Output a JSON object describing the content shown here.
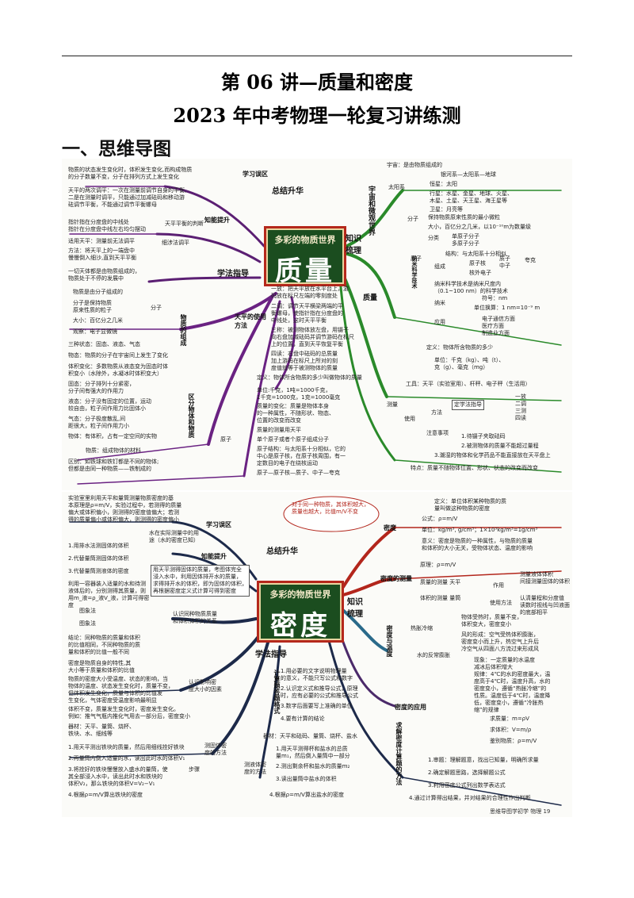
{
  "document": {
    "title_line1": "第 06 讲—质量和密度",
    "title_line2": "2023 年中考物理一轮复习讲练测",
    "section_heading": "一、思维导图"
  },
  "map_mass": {
    "hub_subtitle": "多彩的物质世界",
    "hub_title": "质量",
    "branch_labels": {
      "summary": "总结升华",
      "study_zone": "学习误区",
      "ability": "知能提升",
      "method": "学法指导",
      "knowledge": "知识梳理",
      "universe": "宇宙和微观世界",
      "mass": "质量",
      "molecule_branch": "物质的组成",
      "distinguish": "区分物体和物质",
      "balance_use": "天平的使用方法",
      "nano": "纳米科学技术"
    },
    "nodes": {
      "misc1": "物质的状态发生变化时，体积发生变化,而构成物质\n的分子数量不变，分子在排列方式上发生变化",
      "misc2": "天平的两次调平：一次在测量前调节自身的平衡,\n二是在测量时调平，只能通过加减砝码和移动游\n砝调节平衡，不能通过调节平衡螺母",
      "judge": "天平平衡的判断",
      "pointer": "指针指在分度盘的中线处\n指针在分度盘中线左右均匀摆动",
      "fine_tune": "细涉法调平",
      "fine_a": "适用天平：测量前无法调平",
      "fine_b": "方法：将天平上的一端盘中\n慢慢倒入细沙,直到天平平衡",
      "comp1": "一切天体都是由物质组成的，\n物质处于不停的发展中",
      "comp2": "物质是由分子组成的",
      "comp3": "分子是保持物质\n原来性质的粒子",
      "size": "大小：百亿分之几米",
      "observe": "观察：电子显微镜",
      "states": "三种状态：固态、液态、气态",
      "phase": "物态：物质的分子在宇宙间上发生了变化",
      "vol": "体积变化：多数物质从液态变为固态时体\n积变小（水除外，水凝冰时体积变大）",
      "solid": "固态：分子排列十分紧密，\n分子间有强大的作用力",
      "liquid": "液态：分子没有固定的位置，运动\n较自由，粒子间作用力比固体小",
      "gas": "气态：分子极度散乱,间\n距很大，粒子间作用力小",
      "object": "物体：有体积，占有一定空间的实物",
      "matter": "物质：组成物体的材料",
      "diff": "区别：如铁球和铁钉都是不同的物体;\n但都是由同一种物质——铁制成的",
      "balance1": "一放：把天平放在水平台上，游\n码放在标尺左端的零刻度处",
      "balance2": "二调：调节天平横梁两端的平\n衡螺母，使指针指在分度盘的\n中线处，这时天平平衡",
      "balance3": "三称：被测物体放左盘，用镊子\n向右盘加减砝码并调节游码在标尺\n上的位置，直到天平恢复平衡",
      "balance4": "四读：右盘中砝码的总质量\n加上游码在标尺上所对的刻\n度值就等于被测物体的质量",
      "def_mass": "定义：物体所含物质的多少",
      "unit_mass": "单位：千克（kg）、吨（t）、\n克（g）、毫克（mg）",
      "mass_def2": "定义：物体所含物质的多少叫做物体的质量",
      "unit2": "单位:千克，1吨=1000千克，\n1千克=1000克，1克=1000毫克",
      "prop": "质量的变化：质量是物体本身\n的一种属性，不随形状、物态、\n位置的改变而改变",
      "tool_common": "质量的测量用天平",
      "atom": "原子",
      "atom1": "单个原子或者个原子组成分子",
      "atom2": "原子结构：与太阳系十分相似，它的\n中心是原子核，在原子核周围，有一\n定数目的电子在绕核运动",
      "atom3": "原子—原子核—质子、中子—夸克",
      "universe": "宇宙：是由物质组成的",
      "galaxy": "银河系—太阳系—地球",
      "solar": "太阳系",
      "star": "恒星：太阳",
      "planets": "行星：水星、金星、地球、火星、\n木星、土星、天王星、海王星等",
      "sat": "卫星：月亮等",
      "molecule": "分子",
      "mol1": "保持物质原来性质的最小微粒",
      "mol2": "大小，百亿分之几米，以10⁻¹⁰m为数量级",
      "classify": "分类",
      "single": "单原子分子\n多原子分子",
      "atom_r": "原子",
      "struct": "结构：与太阳系十分相似",
      "compose": "组成",
      "nucleus": "原子核",
      "proton": "质子\n中子",
      "electron": "核外电子",
      "quark": "夸克",
      "nano1": "纳米科学技术是纳米尺度内\n（0.1~100 nm）的科学技术",
      "nano2": "纳米",
      "nano3": "符号：nm",
      "nano4": "单位换算：1 nm=10⁻⁹ m",
      "apply": "应用",
      "apply1": "电子通信方面\n医疗方面\n制造业方面",
      "measure": "测量",
      "tools": "工具：天平（实验室用）、杆秤、电子秤（生活用）",
      "use": "使用",
      "method_r": "方法",
      "method1": "定学法指导",
      "steps": "一放\n二调\n三测\n四读",
      "notice": "注意事项",
      "notice1": "1.待镊子夹取砝码",
      "notice2": "2.被测物体的质量不能超过量程",
      "notice3": "3.潮湿的物体和化学药品不能直接放在天平盘上",
      "feature": "特点：质量不随物体位置、形状、状态的改变而改变"
    }
  },
  "map_density": {
    "hub_subtitle": "多彩的物质世界",
    "hub_title": "密度",
    "branch_labels": {
      "summary": "总结升华",
      "study_zone": "学习误区",
      "ability": "知能提升",
      "method": "学法指导",
      "knowledge": "知识梳理",
      "density": "密度",
      "measure": "密度的测量",
      "temp": "密度与温度",
      "app": "密度的应用",
      "calc": "计算题答题格式",
      "calc2": "求解密度计算题的方法"
    },
    "nodes": {
      "zone1": "实验室里利用天平和量筒测量物质密度的基\n本原理是ρ=m/V，实验过程中，若测得的质量\n偏大或体积偏小，则测得的密度值偏大；若测\n得的质量偏小或体积偏大，则测得的密度偏小",
      "callout": "对于同一种物质，其体积越大，\n质量也越大，比值m/V不变",
      "water_vol": "水在实际测量中的用\n途（水的密度已知）",
      "ab1": "1.用排水法测固体的体积",
      "ab2": "2.代替量筒测固体的体积",
      "ab3": "3.代替量筒测液体的密度",
      "ab_box": "用天平测得固体的质量，考图体完全\n浸入水中，利用因体排开水的质量，\n求得排开水的体积，即为固体的体积，\n再根据密度定义式计算可得到密度",
      "ab_sub": "利用一容器装入适量的水和待测\n液体后的，分别测得其质量，则\n用m_液=ρ_液V_液，计算可得密\n度",
      "img_a": "图象法",
      "img_b": "图象法",
      "relation": "认识同种物质质量\n和体积体积的关系",
      "concl": "结论：同种物质的质量和体积\n的比值相同，不同种物质的质\n量和体积的比值一般不同",
      "ch1": "密度是物质自身的特性,其\n大小等于质量和体积的比值",
      "ch2": "物质的密度大小受温度、状态的影响，当\n物体的温度、状态发生变化时，质量不变，\n但体积发生变化，质量与体积的比值发\n生变化，气体密度受温度影响最明显",
      "factor": "认识影响密\n度大小的因素",
      "ch3": "体积不变，质量发生变化时，密度发生变化。\n例如：推气气瓶内推化气用去一部分后，密度变小",
      "tools_d": "器材：天平、量筒、烧杯、\n铁块、水、细线等",
      "solid_m": "测固体密\n度的方法",
      "step": "步骤",
      "s1": "1.用天平测出铁块的质量，然后用细线拴好铁块",
      "s2": "2.再量筒内倒入适量的水，读出此时水的体积V₁",
      "s3": "3.将拴好的铁块慢慢放入盛水的量筒，使\n其全部浸入水中，读出此时水和铁块的\n体积V₂，那么铁块的体积V=V₂−V₁",
      "s4": "4.根据ρ=m/V算出铁块的密度",
      "liq_m": "测液体密\n度的方法",
      "liq_tools": "器材：天平和砝码、量筒、烧杯、盐水",
      "l1": "1.用天平测得杯和盐水的总质\n量m₁，然后倒入量筒中一部分",
      "l2": "2.测出剩余杯和盐水的质量m₂",
      "l3": "3.读出量筒中盐水的体积",
      "l4": "4.根据ρ=m/V算出盐水的密度",
      "f1": "1.用必要的文字说明物理量\n的意义，不能只写公式和数字",
      "f2": "2.认识定义式和推导公式，原理\n时，应有必要的公式和推导公式",
      "f3": "3.数字后面要写上准确的单位",
      "f4": "4.要有计算的结论",
      "def": "定义：单位体积某种物质的质\n量叫做这种物质的密度",
      "formula": "公式：ρ=m/V",
      "unit": "单位：kg/m³, g/cm³；1×10³kg/m³=1g/cm³",
      "meaning": "意义：密度是物质的一种属性，与物质的质量\n和体积的大小无关，受物体状态、温度的影响",
      "principle": "原理：ρ=m/V",
      "mass_m": "质量的测量  天平",
      "vol_m": "体积的测量  量筒",
      "use1": "作用",
      "use_t": "测量液体体积\n间接测量固体的体积",
      "use2": "使用方法",
      "use_t2": "认清量程和分度值\n读数时视线与凹液面的底部相平",
      "heat": "热胀冷缩",
      "heat1": "物体受热时，质量不变，\n体积变大，密度变小",
      "wind": "风的形成：空气受热体积膨胀，\n密度变小而上升，热空气上升后\n冷空气从四面八方流过来形成风",
      "water_anom": "水的反常膨胀",
      "water1": "现象：一定质量的水温度\n减冰后体积增大",
      "water2": "规律：4℃的水的密度最大，温\n度高于4℃时，温度升高，水的\n密度变小，遵循“热胀冷缩”的\n性质。温度低于4℃时，温度降\n低，密度变小，遵循“冷胀热\n缩”的规律",
      "app1": "求质量：m=ρV",
      "app2": "求体积：V=m/ρ",
      "app3": "鉴别物质：ρ=m/V",
      "c1": "1.审题：理解题意，找出已知量，明确所求量",
      "c2": "2.确定解题思路，选择解题公式",
      "c3": "3.利用密度公式列出数学表达式",
      "c4": "4.通过计算得出结果，并对结果的合理性作出判断",
      "footer": "思维导图学初学  物理  19"
    }
  }
}
